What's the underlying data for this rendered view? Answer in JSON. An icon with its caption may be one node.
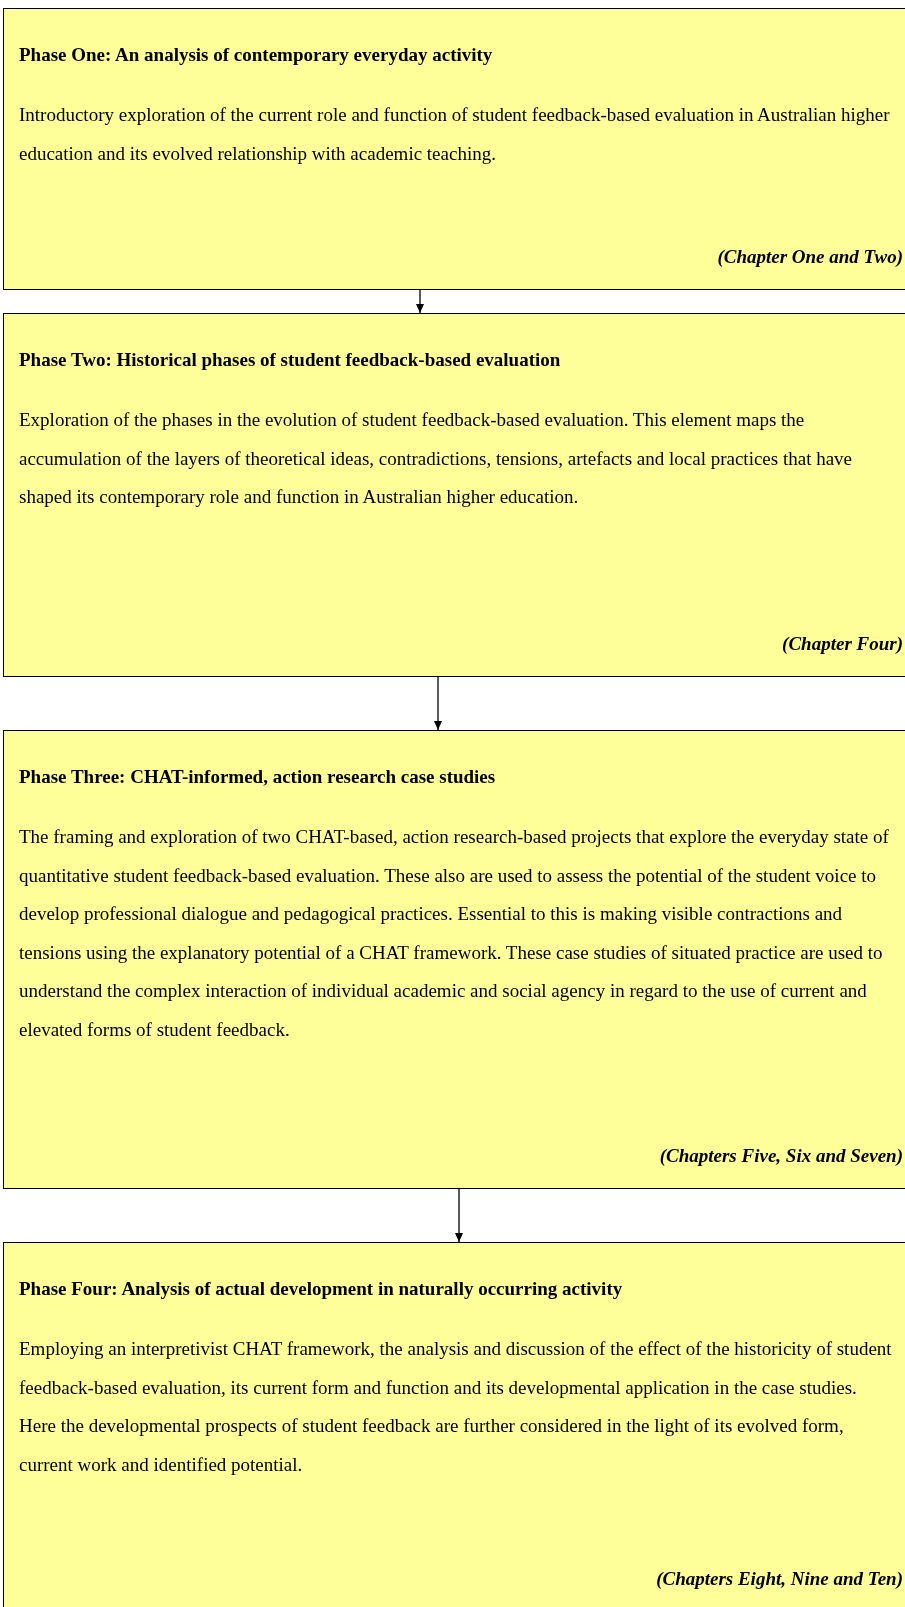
{
  "diagram": {
    "nodes": [
      {
        "text": [
          "Phase One: An analysis of contemporary everyday activity",
          "Introductory exploration of the current role and function of student feedback-based evaluation in Australian higher education and its evolved relationship with academic teaching.",
          "(Chapter One and Two)"
        ]
      },
      {
        "text": [
          "Phase Two: Historical phases of student feedback-based evaluation",
          "Exploration of the phases in the evolution of student feedback-based evaluation. This element maps the accumulation of the layers of theoretical ideas, contradictions, tensions, artefacts and local practices that have shaped its contemporary role and function in Australian higher education.",
          "(Chapter Four)"
        ]
      },
      {
        "text": [
          "Phase Three: CHAT-informed, action research case studies",
          "The framing and exploration of two CHAT-based, action research-based projects that explore the everyday state of quantitative student feedback-based evaluation. These also are used to assess the potential of the student voice to develop professional dialogue and pedagogical practices. Essential to this is making visible contractions and tensions using the explanatory potential of a CHAT framework. These case studies of situated practice are used to understand the complex interaction of individual academic and social agency in regard to the use of current and elevated forms of student feedback.",
          "(Chapters Five, Six and Seven)"
        ]
      },
      {
        "text": [
          "Phase Four: Analysis of actual development in naturally occurring activity",
          "Employing an interpretivist CHAT framework, the analysis and discussion of the effect of the historicity of student feedback-based evaluation, its current form and function and its developmental application in the case studies. Here the developmental prospects of student feedback are further considered in the light of its evolved form, current work and identified potential.",
          "(Chapters Eight, Nine and Ten)"
        ]
      }
    ],
    "edges": [
      {
        "from": 0,
        "to": 1,
        "arrow": "to"
      },
      {
        "from": 1,
        "to": 2,
        "arrow": "to"
      },
      {
        "from": 2,
        "to": 3,
        "arrow": "to"
      }
    ]
  }
}
